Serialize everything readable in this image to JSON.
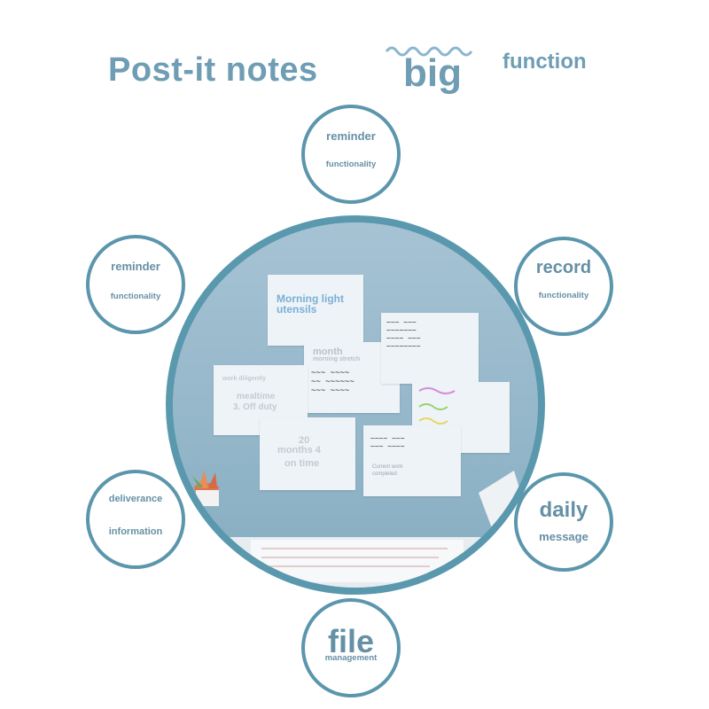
{
  "header": {
    "title": "Post-it notes",
    "big": "big",
    "function": "function"
  },
  "bubbles": {
    "top": {
      "main": "reminder",
      "sub": "functionality"
    },
    "left_top": {
      "main": "reminder",
      "sub": "functionality"
    },
    "right_top": {
      "main": "record",
      "sub": "functionality"
    },
    "left_bottom": {
      "main": "deliverance",
      "sub": "information"
    },
    "right_bottom": {
      "main": "daily",
      "sub": "message"
    },
    "bottom": {
      "main": "file",
      "sub": "management"
    }
  },
  "photo": {
    "note1": {
      "line1": "Morning light",
      "line2": "utensils"
    },
    "note2": {
      "line1": "month",
      "line2": "morning stretch"
    },
    "note3": {
      "line1": "work diligently",
      "line2": "mealtime",
      "line3": "3. Off duty"
    },
    "note4": {
      "line1": "20",
      "line2": "months 4",
      "line3": "on time"
    },
    "note6": {
      "line1": "Current work",
      "line2": "completed"
    }
  },
  "colors": {
    "accent": "#5b96ad",
    "text": "#6590a5",
    "wall": "#8fb5c8"
  }
}
